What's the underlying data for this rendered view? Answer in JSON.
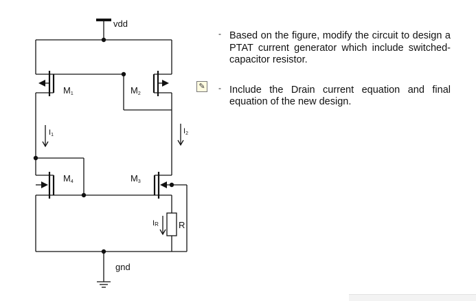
{
  "labels": {
    "vdd": "vdd",
    "gnd": "gnd",
    "m1": "M",
    "m1_sub": "1",
    "m2": "M",
    "m2_sub": "2",
    "m3": "M",
    "m3_sub": "3",
    "m4": "M",
    "m4_sub": "4",
    "i1": "I",
    "i1_sub": "1",
    "i2": "I",
    "i2_sub": "2",
    "ir": "I",
    "ir_sub": "R",
    "r": "R"
  },
  "instructions": [
    "Based on the figure, modify the circuit to design a PTAT current generator which include switched-capacitor resistor.",
    "Include the Drain current equation and final equation of the new design."
  ],
  "bullet_mark": "-"
}
